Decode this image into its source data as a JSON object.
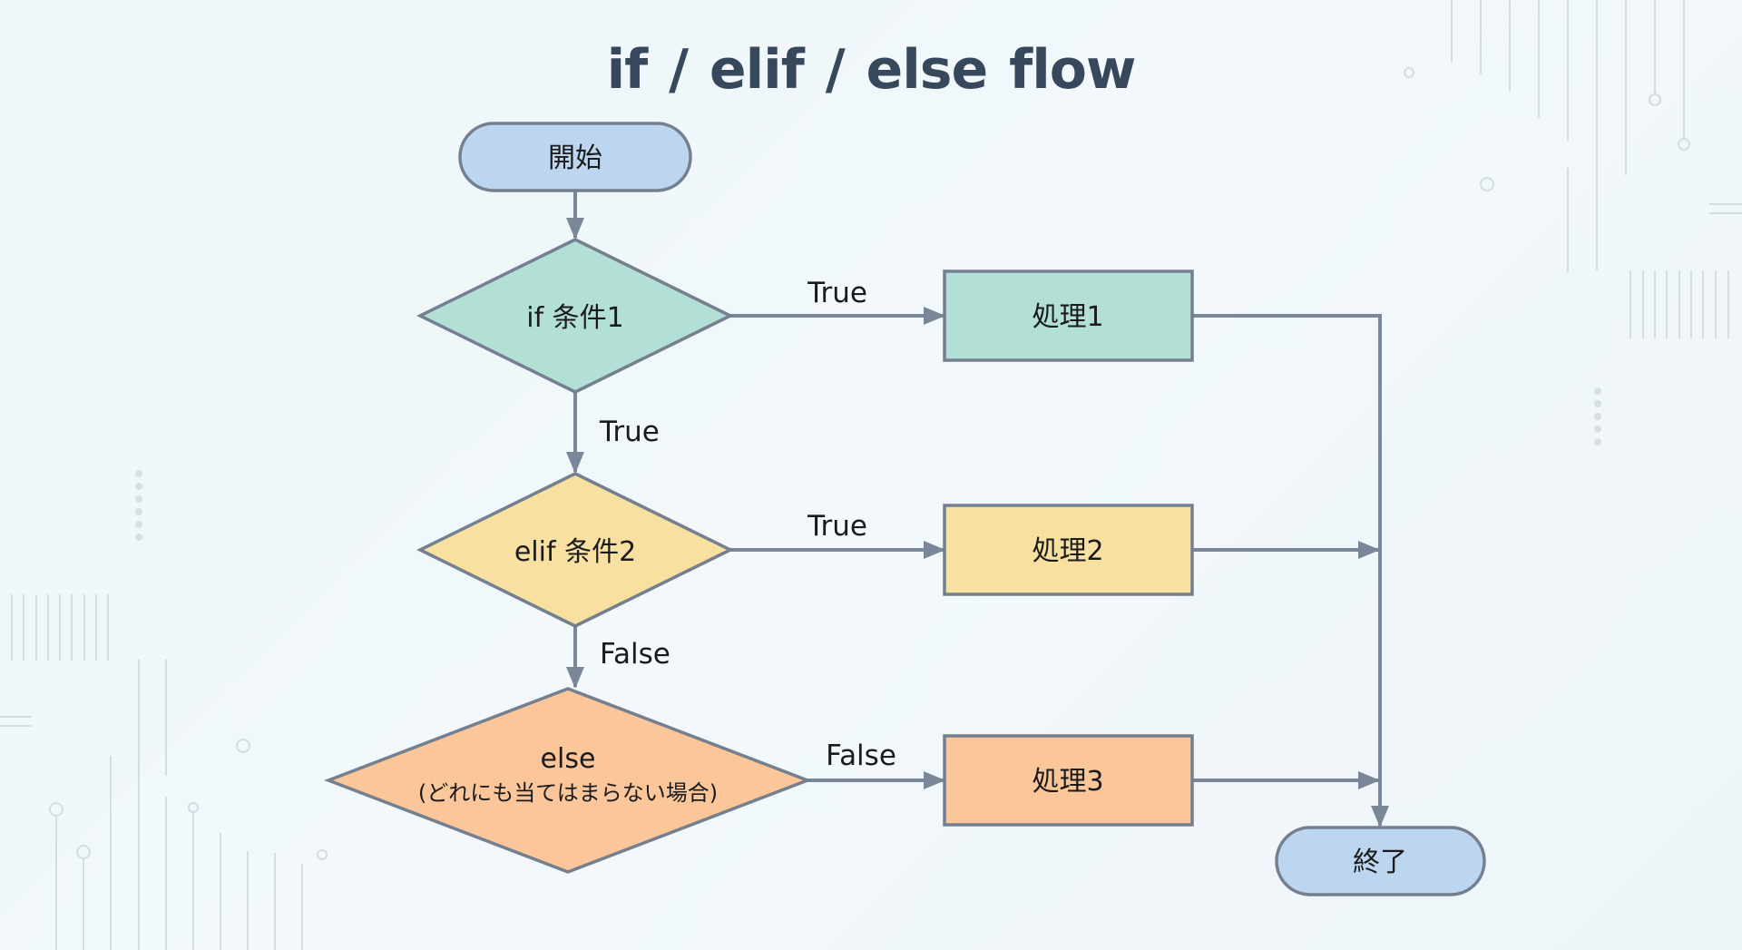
{
  "title": "if / elif / else  flow",
  "colors": {
    "stroke": "#74808f",
    "arrow": "#7a8799",
    "terminal_fill": "#bcd6f0",
    "if_fill": "#b3e0d6",
    "elif_fill": "#f8e0a0",
    "else_fill": "#fbc699",
    "title": "#37475c"
  },
  "nodes": {
    "start": {
      "label": "開始",
      "shape": "terminal"
    },
    "if": {
      "label": "if 条件1",
      "shape": "decision"
    },
    "elif": {
      "label": "elif 条件2",
      "shape": "decision"
    },
    "else": {
      "label": "else",
      "sublabel": "(どれにも当てはまらない場合)",
      "shape": "decision"
    },
    "process1": {
      "label": "処理1",
      "shape": "process"
    },
    "process2": {
      "label": "処理2",
      "shape": "process"
    },
    "process3": {
      "label": "処理3",
      "shape": "process"
    },
    "end": {
      "label": "終了",
      "shape": "terminal"
    }
  },
  "edges": {
    "if_to_process1": {
      "from": "if",
      "to": "process1",
      "label": "True"
    },
    "if_to_elif": {
      "from": "if",
      "to": "elif",
      "label": "True"
    },
    "elif_to_process2": {
      "from": "elif",
      "to": "process2",
      "label": "True"
    },
    "elif_to_else": {
      "from": "elif",
      "to": "else",
      "label": "False"
    },
    "else_to_process3": {
      "from": "else",
      "to": "process3",
      "label": "False"
    },
    "start_to_if": {
      "from": "start",
      "to": "if"
    },
    "process1_to_end": {
      "from": "process1",
      "to": "end"
    },
    "process2_to_end": {
      "from": "process2",
      "to": "end"
    },
    "process3_to_end": {
      "from": "process3",
      "to": "end"
    }
  }
}
